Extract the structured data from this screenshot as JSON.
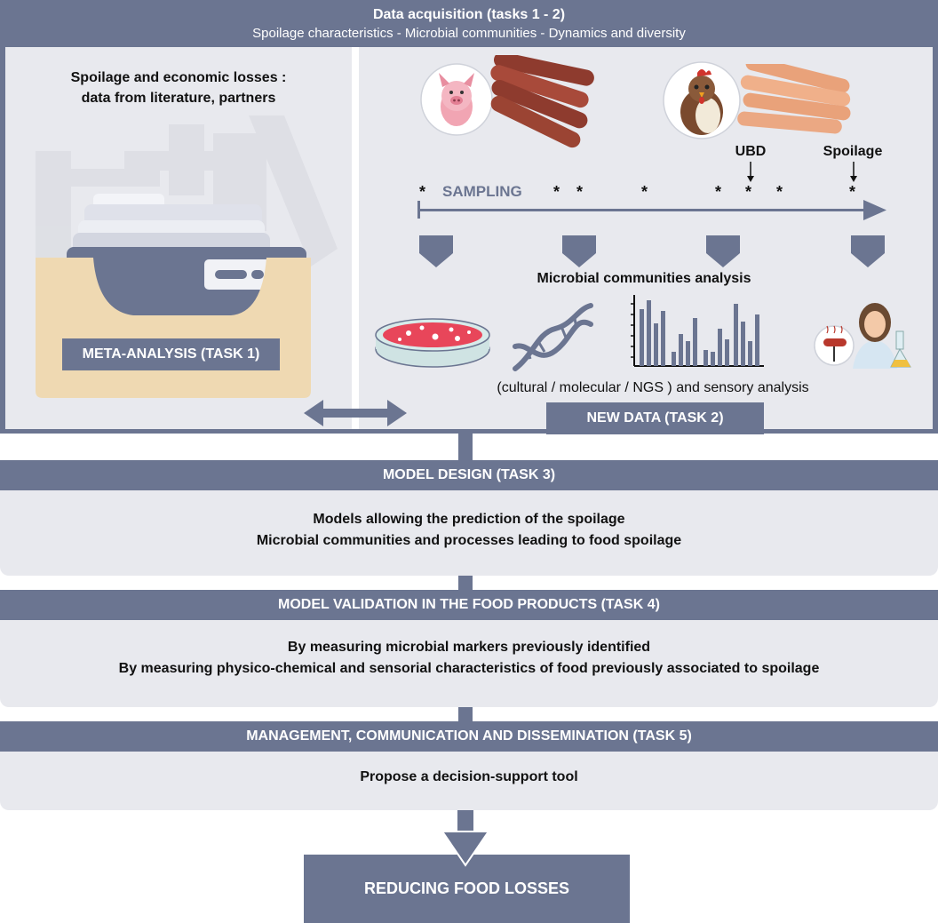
{
  "header": {
    "title": "Data acquisition (tasks 1 - 2)",
    "subtitle": "Spoilage characteristics - Microbial communities - Dynamics and diversity"
  },
  "left_panel": {
    "heading_line1": "Spoilage and economic losses :",
    "heading_line2": "data from literature, partners",
    "meta_label": "META-ANALYSIS (TASK 1)"
  },
  "right_panel": {
    "ubd_label": "UBD",
    "spoilage_label": "Spoilage",
    "sampling_label": "SAMPLING",
    "asterisk": "*",
    "analysis_title": "Microbial communities analysis",
    "analysis_caption": "(cultural / molecular / NGS ) and sensory analysis",
    "new_data_label": "NEW DATA (TASK 2)"
  },
  "task3": {
    "title": "MODEL DESIGN (TASK 3)",
    "line1": "Models allowing the prediction of the spoilage",
    "line2": "Microbial communities and processes leading to food spoilage"
  },
  "task4": {
    "title": "MODEL VALIDATION IN THE FOOD PRODUCTS (TASK 4)",
    "line1": "By measuring microbial markers previously identified",
    "line2": "By measuring physico-chemical and sensorial characteristics of food previously associated to spoilage"
  },
  "task5": {
    "title": "MANAGEMENT, COMMUNICATION AND DISSEMINATION (TASK 5)",
    "line1": "Propose a decision-support tool"
  },
  "outcome": {
    "label": "REDUCING FOOD LOSSES"
  },
  "colors": {
    "bar": "#6b7591",
    "panel": "#e8e9ee",
    "box": "#efd9b2",
    "petri": "#e8465a"
  },
  "icons": [
    "pig-icon",
    "sausage-icon",
    "chicken-icon",
    "hotdog-icon",
    "file-box-icon",
    "petri-dish-icon",
    "dna-icon",
    "bar-chart-icon",
    "sensory-panelist-icon",
    "double-arrow-icon",
    "down-arrow-icon"
  ]
}
